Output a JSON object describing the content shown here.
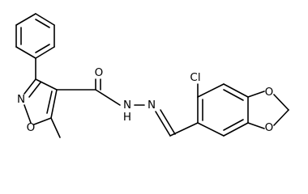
{
  "molecule": {
    "atoms": {
      "O_carbonyl": "O",
      "N_isoxazole": "N",
      "O_isoxazole": "O",
      "N_amide": "N",
      "H_amide": "H",
      "N_imine": "N",
      "Cl": "Cl",
      "O_diox_top": "O",
      "O_diox_bottom": "O"
    }
  },
  "colors": {
    "bond": "#000000",
    "label": "#000000",
    "background": "#ffffff"
  }
}
